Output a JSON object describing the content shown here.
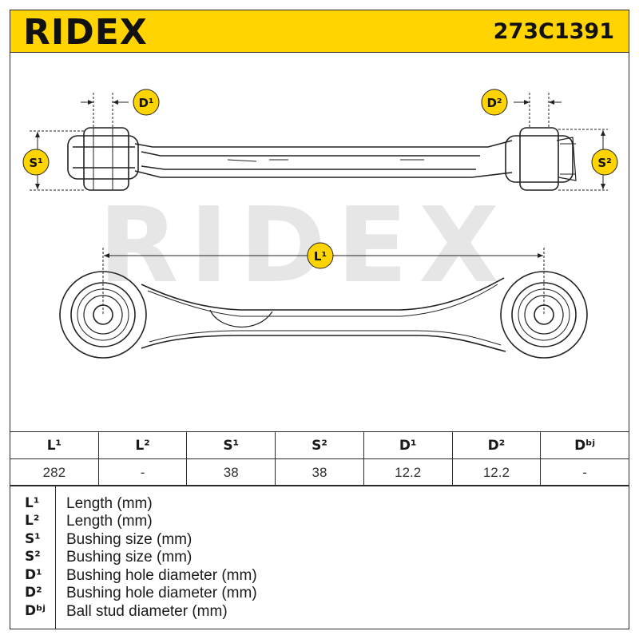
{
  "header": {
    "brand": "RIDEX",
    "part_number": "273C1391",
    "color": "#ffd400"
  },
  "watermark": "RIDEX",
  "dimension_badges": {
    "d1": "D¹",
    "d2": "D²",
    "s1": "S¹",
    "s2": "S²",
    "l1": "L¹",
    "color": "#ffd400"
  },
  "spec_table": {
    "headers": [
      "L¹",
      "L²",
      "S¹",
      "S²",
      "D¹",
      "D²",
      "Dᵇʲ"
    ],
    "values": [
      "282",
      "-",
      "38",
      "38",
      "12.2",
      "12.2",
      "-"
    ]
  },
  "legend": [
    {
      "key": "L¹",
      "desc": "Length (mm)"
    },
    {
      "key": "L²",
      "desc": "Length (mm)"
    },
    {
      "key": "S¹",
      "desc": "Bushing size (mm)"
    },
    {
      "key": "S²",
      "desc": "Bushing size (mm)"
    },
    {
      "key": "D¹",
      "desc": "Bushing hole diameter (mm)"
    },
    {
      "key": "D²",
      "desc": "Bushing hole diameter (mm)"
    },
    {
      "key": "Dᵇʲ",
      "desc": "Ball stud diameter (mm)"
    }
  ]
}
